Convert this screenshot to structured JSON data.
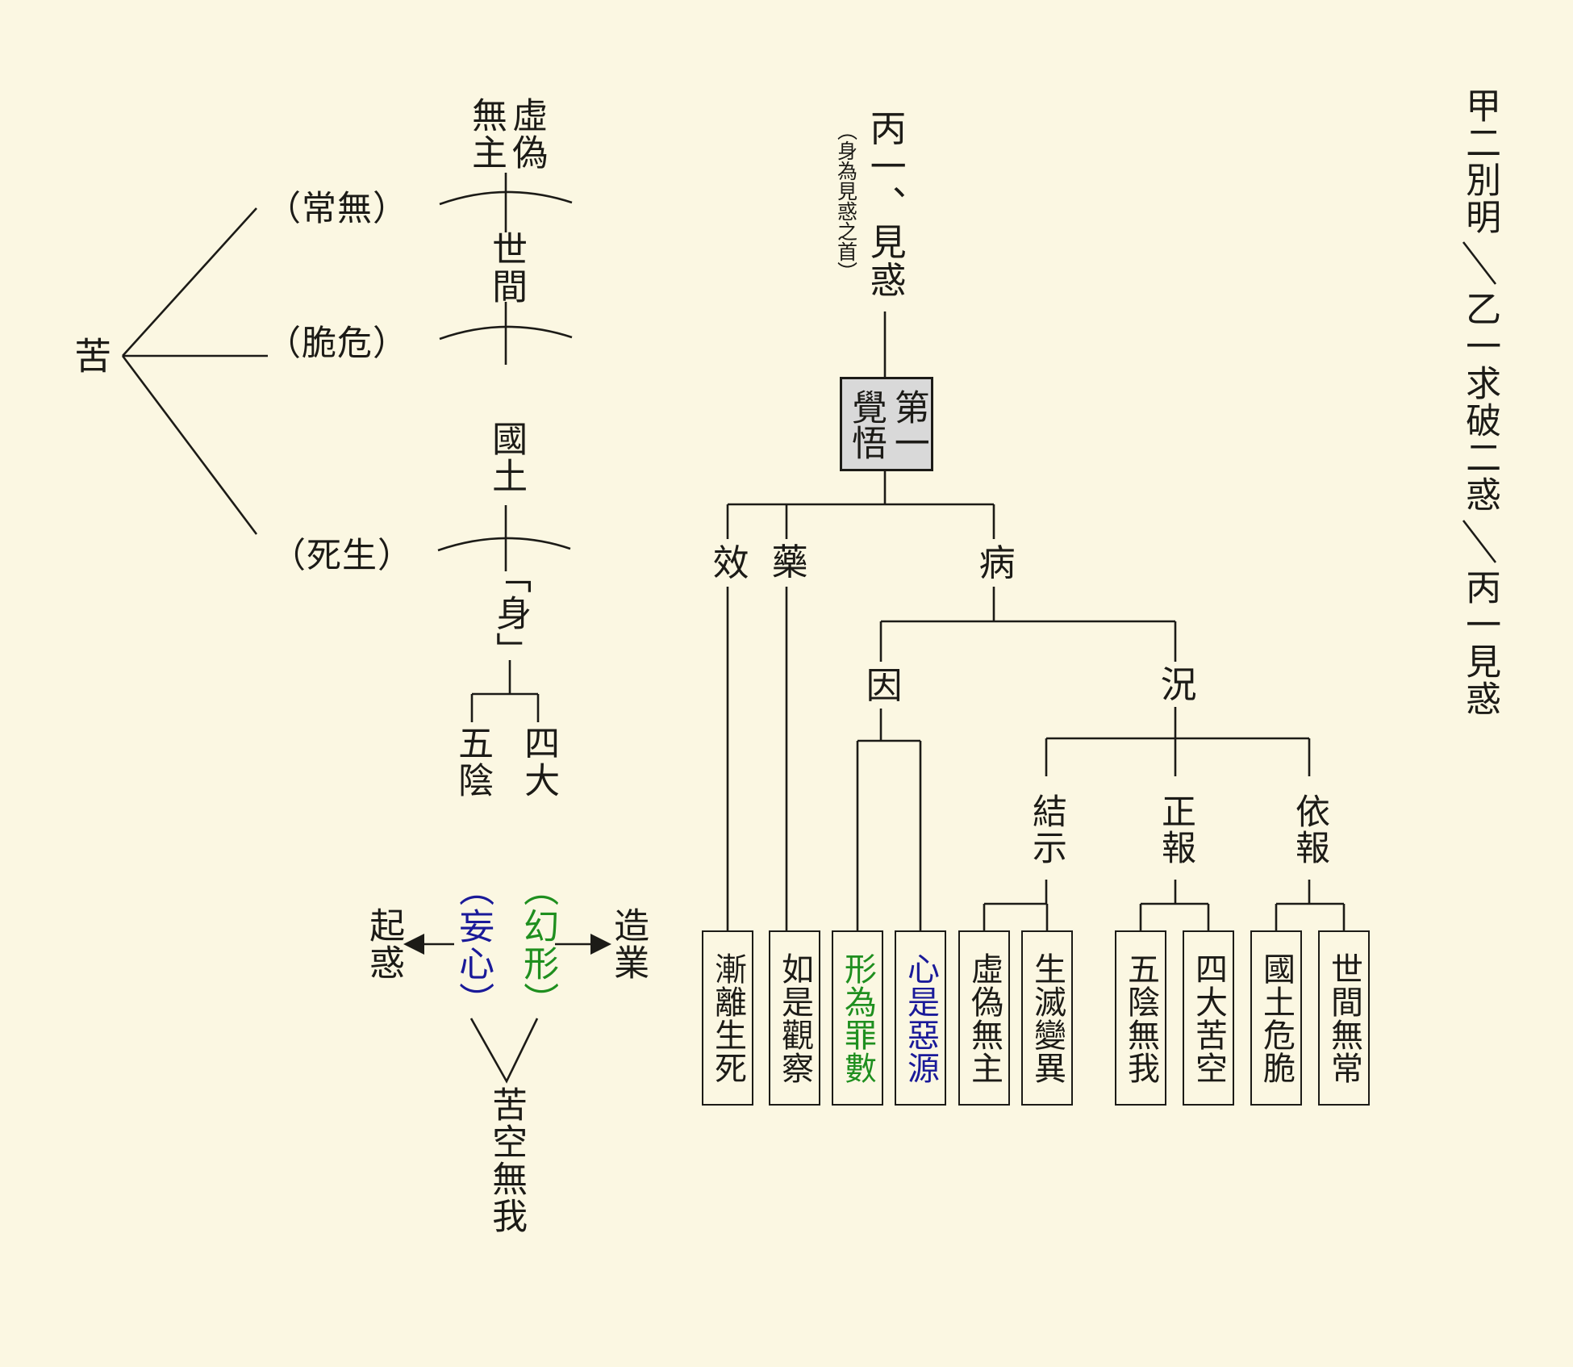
{
  "palette": {
    "background": "#fbf7e2",
    "ink": "#1c1b17",
    "green": "#1f8f1f",
    "blue": "#1a1a99",
    "box_fill": "#d9d9d9"
  },
  "left_tree": {
    "root": "苦",
    "aspects": [
      "（常無）",
      "（脆危）",
      "（死生）"
    ],
    "chain": {
      "deceptive": "虛偽\n無主",
      "world": "世間",
      "land": "國土",
      "body": "「身」"
    },
    "five_aggregates": "五陰",
    "four_elements": "四大",
    "deluded_mind": "（妄心）",
    "deluded_mind_color": "blue",
    "illusory_form": "（幻形）",
    "illusory_form_color": "green",
    "arise_delusion": "起惑",
    "create_karma": "造業",
    "summary": "苦空無我"
  },
  "center_tree": {
    "note": "（身為見惑之首）",
    "heading": "丙一、見惑",
    "root_box": "第一\n覺悟",
    "effect": "效",
    "medicine": "藥",
    "illness": "病",
    "cause": "因",
    "condition": "況",
    "group_labels": [
      "結示",
      "正報",
      "依報"
    ],
    "leaf_boxes": [
      {
        "text": "漸離生死",
        "color": "ink"
      },
      {
        "text": "如是觀察",
        "color": "ink"
      },
      {
        "text": "形為罪數",
        "color": "green"
      },
      {
        "text": "心是惡源",
        "color": "blue"
      },
      {
        "text": "虛偽無主",
        "color": "ink"
      },
      {
        "text": "生滅變異",
        "color": "ink"
      },
      {
        "text": "五陰無我",
        "color": "ink"
      },
      {
        "text": "四大苦空",
        "color": "ink"
      },
      {
        "text": "國土危脆",
        "color": "ink"
      },
      {
        "text": "世間無常",
        "color": "ink"
      }
    ]
  },
  "right_note": {
    "segments": [
      "甲二別明",
      "乙一求破二惑",
      "丙一見惑"
    ]
  }
}
